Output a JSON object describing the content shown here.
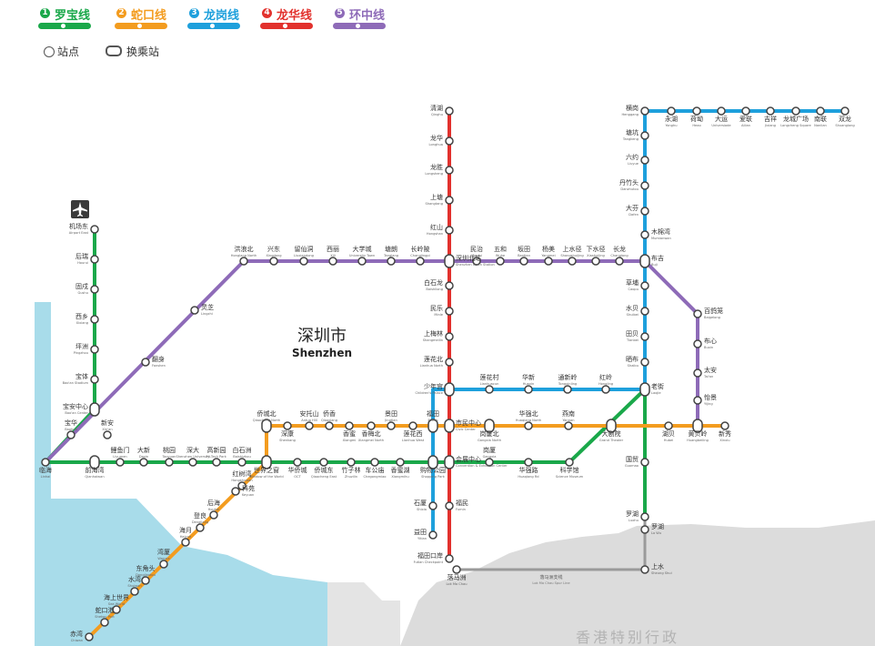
{
  "legend": {
    "lines": [
      {
        "num": "1",
        "name": "罗宝线",
        "color": "#1aa84a"
      },
      {
        "num": "2",
        "name": "蛇口线",
        "color": "#f39c1f"
      },
      {
        "num": "3",
        "name": "龙岗线",
        "color": "#1ea0dc"
      },
      {
        "num": "4",
        "name": "龙华线",
        "color": "#e2312d"
      },
      {
        "num": "5",
        "name": "环中线",
        "color": "#8e6bb8"
      }
    ],
    "station_label": "站点",
    "transfer_label": "换乘站"
  },
  "city": {
    "cn": "深圳市",
    "en": "Shenzhen"
  },
  "hk_label": "香港特别行政",
  "colors": {
    "sea": "#a8dcea",
    "land_hk": "#dcdcdc",
    "land_bg": "#f1f1f1",
    "rail": "#9a9a9a"
  },
  "icons": {
    "airport": "airplane-icon"
  },
  "stations": [
    {
      "cn": "清湖",
      "en": "Qinghu"
    },
    {
      "cn": "龙华",
      "en": "Longhua"
    },
    {
      "cn": "龙胜",
      "en": "Longsheng"
    },
    {
      "cn": "上塘",
      "en": "Shangtang"
    },
    {
      "cn": "红山",
      "en": "Hongshan"
    },
    {
      "cn": "深圳北站",
      "en": "Shenzhen North Station"
    },
    {
      "cn": "白石龙",
      "en": "Baishilong"
    },
    {
      "cn": "民乐",
      "en": "Minle"
    },
    {
      "cn": "上梅林",
      "en": "Shangmeilin"
    },
    {
      "cn": "莲花北",
      "en": "Lianhua North"
    },
    {
      "cn": "少年宫",
      "en": "Children's Palace"
    },
    {
      "cn": "市民中心",
      "en": "Civic Center"
    },
    {
      "cn": "会展中心",
      "en": "Convention & Exhibition Center"
    },
    {
      "cn": "福民",
      "en": "Fumin"
    },
    {
      "cn": "福田口岸",
      "en": "Futian Checkpoint"
    },
    {
      "cn": "益田",
      "en": "Yitian"
    },
    {
      "cn": "石厦",
      "en": "Shixia"
    },
    {
      "cn": "购物公园",
      "en": "Shopping Park"
    },
    {
      "cn": "福田",
      "en": "Futian"
    },
    {
      "cn": "机场东",
      "en": "Airport East"
    },
    {
      "cn": "后瑞",
      "en": "Hourui"
    },
    {
      "cn": "固戍",
      "en": "Gushu"
    },
    {
      "cn": "西乡",
      "en": "Xixiang"
    },
    {
      "cn": "坪洲",
      "en": "Pingzhou"
    },
    {
      "cn": "宝体",
      "en": "Bao'an Stadium"
    },
    {
      "cn": "宝安中心",
      "en": "Bao'an Center"
    },
    {
      "cn": "宝华",
      "en": "Baohua"
    },
    {
      "cn": "临海",
      "en": "Linhai"
    },
    {
      "cn": "前海湾",
      "en": "Qianhaiwan"
    },
    {
      "cn": "新安",
      "en": "Xin'an"
    },
    {
      "cn": "鲤鱼门",
      "en": "Liyumen"
    },
    {
      "cn": "大新",
      "en": "Daxin"
    },
    {
      "cn": "桃园",
      "en": "Taoyuan"
    },
    {
      "cn": "深大",
      "en": "Shenzhen University"
    },
    {
      "cn": "高新园",
      "en": "Hi-Tech Park"
    },
    {
      "cn": "白石洲",
      "en": "Baishizhou"
    },
    {
      "cn": "世界之窗",
      "en": "Window of the World"
    },
    {
      "cn": "华侨城",
      "en": "OCT"
    },
    {
      "cn": "侨城东",
      "en": "Qiaocheng East"
    },
    {
      "cn": "竹子林",
      "en": "Zhuzilin"
    },
    {
      "cn": "车公庙",
      "en": "Chegongmiao"
    },
    {
      "cn": "香蜜湖",
      "en": "Xiangmihu"
    },
    {
      "cn": "岗厦",
      "en": "Gangxia"
    },
    {
      "cn": "华强路",
      "en": "Huaqiang Rd"
    },
    {
      "cn": "科学馆",
      "en": "Science Museum"
    },
    {
      "cn": "大剧院",
      "en": "Grand Theater"
    },
    {
      "cn": "老街",
      "en": "Laojie"
    },
    {
      "cn": "国贸",
      "en": "Guomao"
    },
    {
      "cn": "罗湖",
      "en": "Luohu"
    },
    {
      "cn": "侨城北",
      "en": "Qiaocheng North"
    },
    {
      "cn": "深康",
      "en": "Shenkang"
    },
    {
      "cn": "安托山",
      "en": "Antuo Hill"
    },
    {
      "cn": "侨香",
      "en": "Qiaoxiang"
    },
    {
      "cn": "香蜜",
      "en": "Xiangmi"
    },
    {
      "cn": "香梅北",
      "en": "Xiangmei North"
    },
    {
      "cn": "景田",
      "en": "Jingtian"
    },
    {
      "cn": "莲花西",
      "en": "Lianhua West"
    },
    {
      "cn": "岗厦北",
      "en": "Gangxia North"
    },
    {
      "cn": "华强北",
      "en": "Huaqiang North"
    },
    {
      "cn": "燕南",
      "en": "Yannan"
    },
    {
      "cn": "湖贝",
      "en": "Hubei"
    },
    {
      "cn": "黄贝岭",
      "en": "Huangbeiling"
    },
    {
      "cn": "新秀",
      "en": "Xinxiu"
    },
    {
      "cn": "红树湾",
      "en": "Hongshuwan"
    },
    {
      "cn": "科苑",
      "en": "Keyuan"
    },
    {
      "cn": "后海",
      "en": "Houhai"
    },
    {
      "cn": "登良",
      "en": "Dengliang"
    },
    {
      "cn": "海月",
      "en": "Haiyue"
    },
    {
      "cn": "湾厦",
      "en": "Wanxia"
    },
    {
      "cn": "东角头",
      "en": "Dongjiaotou"
    },
    {
      "cn": "水湾",
      "en": "Shuiwan"
    },
    {
      "cn": "海上世界",
      "en": "Sea World"
    },
    {
      "cn": "蛇口港",
      "en": "Shekou Port"
    },
    {
      "cn": "赤湾",
      "en": "Chiwan"
    },
    {
      "cn": "洪浪北",
      "en": "Honglang North"
    },
    {
      "cn": "兴东",
      "en": "Xingdong"
    },
    {
      "cn": "留仙洞",
      "en": "Liuxiandong"
    },
    {
      "cn": "西丽",
      "en": "Xili"
    },
    {
      "cn": "大学城",
      "en": "University Town"
    },
    {
      "cn": "塘朗",
      "en": "Tanglang"
    },
    {
      "cn": "长岭陂",
      "en": "Changlingpi"
    },
    {
      "cn": "灵芝",
      "en": "Lingzhi"
    },
    {
      "cn": "翻身",
      "en": "Fanshen"
    },
    {
      "cn": "民治",
      "en": "Minzhi"
    },
    {
      "cn": "五和",
      "en": "Wuhe"
    },
    {
      "cn": "坂田",
      "en": "Bantian"
    },
    {
      "cn": "杨美",
      "en": "Yangmei"
    },
    {
      "cn": "上水径",
      "en": "Shangshuijing"
    },
    {
      "cn": "下水径",
      "en": "Xiashuijing"
    },
    {
      "cn": "长龙",
      "en": "Changlong"
    },
    {
      "cn": "布吉",
      "en": "Buji"
    },
    {
      "cn": "百鸽笼",
      "en": "Baigelong"
    },
    {
      "cn": "布心",
      "en": "Buxin"
    },
    {
      "cn": "太安",
      "en": "Tai'an"
    },
    {
      "cn": "怡景",
      "en": "Yijing"
    },
    {
      "cn": "莲花村",
      "en": "Lianhuacun"
    },
    {
      "cn": "华新",
      "en": "Huaxin"
    },
    {
      "cn": "通新岭",
      "en": "Tongxinling"
    },
    {
      "cn": "红岭",
      "en": "Hongling"
    },
    {
      "cn": "晒布",
      "en": "Shaibu"
    },
    {
      "cn": "田贝",
      "en": "Tianbei"
    },
    {
      "cn": "水贝",
      "en": "Shuibei"
    },
    {
      "cn": "草埔",
      "en": "Caopu"
    },
    {
      "cn": "木棉湾",
      "en": "Mumianwan"
    },
    {
      "cn": "大芬",
      "en": "Dafen"
    },
    {
      "cn": "丹竹头",
      "en": "Danzhutou"
    },
    {
      "cn": "六约",
      "en": "Liuyue"
    },
    {
      "cn": "塘坑",
      "en": "Tangkeng"
    },
    {
      "cn": "横岗",
      "en": "Henggang"
    },
    {
      "cn": "永湖",
      "en": "Yonghu"
    },
    {
      "cn": "荷坳",
      "en": "Heao"
    },
    {
      "cn": "大运",
      "en": "Universiade"
    },
    {
      "cn": "爱联",
      "en": "Ailian"
    },
    {
      "cn": "吉祥",
      "en": "Jixiang"
    },
    {
      "cn": "龙城广场",
      "en": "Longcheng Square"
    },
    {
      "cn": "南联",
      "en": "Nanlian"
    },
    {
      "cn": "双龙",
      "en": "Shuanglong"
    },
    {
      "cn": "罗湖",
      "en": "Lo Wu"
    },
    {
      "cn": "上水",
      "en": "Sheung Shui"
    },
    {
      "cn": "落马洲",
      "en": "Lok Ma Chau"
    },
    {
      "cn": "落马洲支线",
      "en": "Lok Ma Chau Spur Line"
    }
  ]
}
